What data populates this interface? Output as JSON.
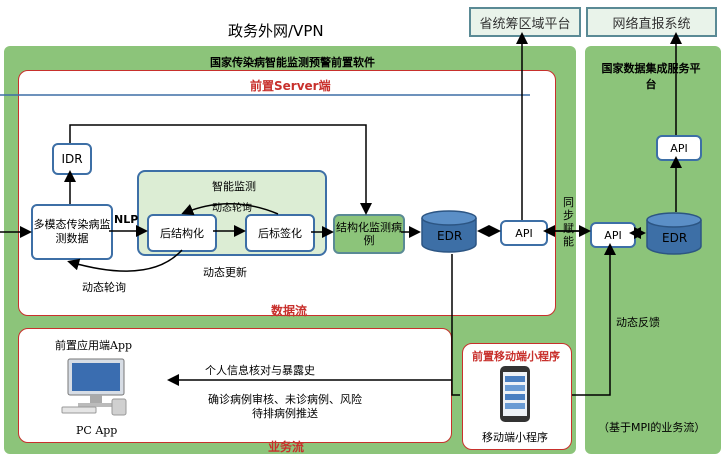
{
  "header": {
    "network": "政务外网/VPN"
  },
  "top_boxes": {
    "province": "省统筹区域平台",
    "direct": "网络直报系统"
  },
  "main_panel": {
    "title": "国家传染病智能监测预警前置软件",
    "server_title": "前置Server端",
    "data_flow": "数据流",
    "business_flow": "业务流"
  },
  "nodes": {
    "idr": "IDR",
    "multimodal": "多模态传染病监测数据",
    "nlp": "NLP",
    "smart_monitor": "智能监测",
    "dynamic_poll_inner": "动态轮询",
    "post_structure": "后结构化",
    "post_label": "后标签化",
    "dynamic_update": "动态更新",
    "dynamic_poll_outer": "动态轮询",
    "structured_cases": "结构化监测病例",
    "edr_left": "EDR",
    "api_left": "API",
    "sync_empower": "同步赋能",
    "api_right": "API",
    "edr_right": "EDR",
    "api_top": "API"
  },
  "right_panel": {
    "title": "国家数据集成服务平台",
    "dynamic_feedback": "动态反馈",
    "mpi_note": "（基于MPI的业务流）"
  },
  "app": {
    "title": "前置应用端App",
    "pc_label": "PC App"
  },
  "flows": {
    "personal_info": "个人信息核对与暴露史",
    "case_review": "确诊病例审核、未诊病例、风险待排病例推送"
  },
  "mobile": {
    "title": "前置移动端小程序",
    "label": "移动端小程序"
  },
  "colors": {
    "green": "#8cc47a",
    "red": "#c8302c",
    "blue": "#3d6fa6",
    "light_green": "#dcedd4"
  }
}
